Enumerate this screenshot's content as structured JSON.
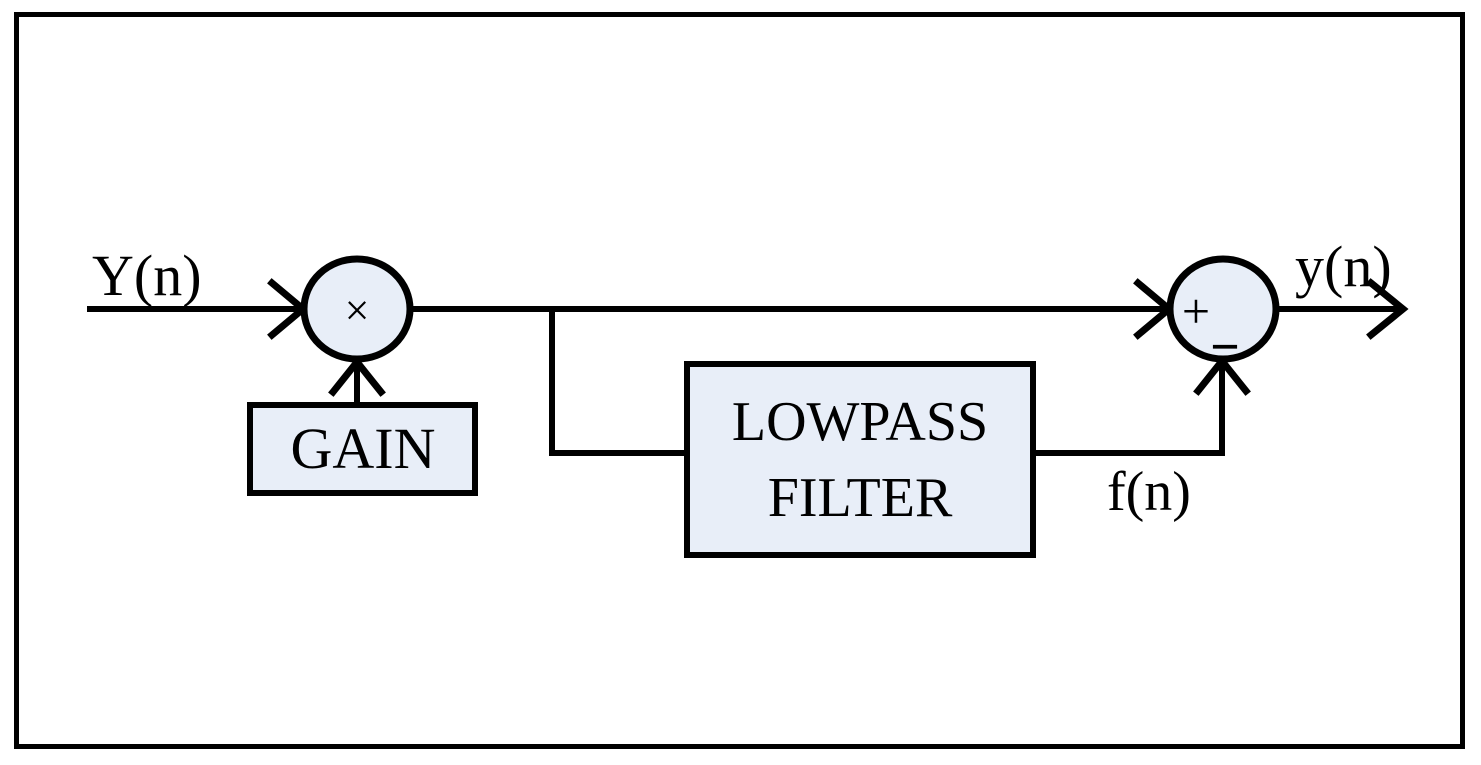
{
  "colors": {
    "background": "#ffffff",
    "block_fill": "#e8eef8",
    "stroke": "#000000"
  },
  "diagram": {
    "input_label": "Y(n)",
    "multiplier_symbol": "×",
    "gain_label": "GAIN",
    "lowpass_label_line1": "LOWPASS",
    "lowpass_label_line2": "FILTER",
    "feedback_label": "f(n)",
    "summer_plus_symbol": "+",
    "summer_minus_symbol": "−",
    "output_label": "y(n)"
  }
}
